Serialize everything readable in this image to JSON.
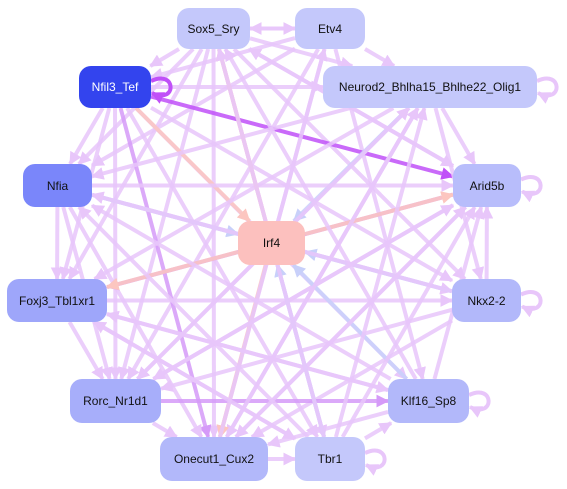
{
  "nodes": [
    {
      "id": "sox5",
      "label": "Sox5_Sry",
      "color": "#c4c8fb"
    },
    {
      "id": "etv4",
      "label": "Etv4",
      "color": "#c4c8fb"
    },
    {
      "id": "nfil3",
      "label": "Nfil3_Tef",
      "color": "#3344ee"
    },
    {
      "id": "neurod2",
      "label": "Neurod2_Bhlha15_Bhlhe22_Olig1",
      "color": "#c4c8fb"
    },
    {
      "id": "nfia",
      "label": "Nfia",
      "color": "#7a86fa"
    },
    {
      "id": "arid5b",
      "label": "Arid5b",
      "color": "#b8bdfb"
    },
    {
      "id": "irf4",
      "label": "Irf4",
      "color": "#fcc0be"
    },
    {
      "id": "foxj3",
      "label": "Foxj3_Tbl1xr1",
      "color": "#9ea6fa"
    },
    {
      "id": "nkx22",
      "label": "Nkx2-2",
      "color": "#b2b8fa"
    },
    {
      "id": "rorc",
      "label": "Rorc_Nr1d1",
      "color": "#a7aefa"
    },
    {
      "id": "klf16",
      "label": "Klf16_Sp8",
      "color": "#b2b8fa"
    },
    {
      "id": "onecut1",
      "label": "Onecut1_Cux2",
      "color": "#b2b8fa"
    },
    {
      "id": "tbr1",
      "label": "Tbr1",
      "color": "#c4c8fb"
    }
  ],
  "edges": [
    {
      "from": "sox5",
      "to": "etv4",
      "color": "#e8c6fa"
    },
    {
      "from": "etv4",
      "to": "sox5",
      "color": "#e8c6fa"
    },
    {
      "from": "sox5",
      "to": "neurod2",
      "color": "#e8c6fa"
    },
    {
      "from": "sox5",
      "to": "arid5b",
      "color": "#e8c6fa"
    },
    {
      "from": "sox5",
      "to": "nkx22",
      "color": "#e8c6fa"
    },
    {
      "from": "sox5",
      "to": "onecut1",
      "color": "#e8c6fa"
    },
    {
      "from": "sox5",
      "to": "rorc",
      "color": "#e8c6fa"
    },
    {
      "from": "sox5",
      "to": "foxj3",
      "color": "#e8c6fa"
    },
    {
      "from": "sox5",
      "to": "nfia",
      "color": "#e8c6fa"
    },
    {
      "from": "sox5",
      "to": "nfil3",
      "color": "#e8c6fa"
    },
    {
      "from": "sox5",
      "to": "tbr1",
      "color": "#e8c6fa"
    },
    {
      "from": "etv4",
      "to": "neurod2",
      "color": "#e8c6fa"
    },
    {
      "from": "etv4",
      "to": "nfil3",
      "color": "#e8c6fa"
    },
    {
      "from": "etv4",
      "to": "rorc",
      "color": "#e8c6fa"
    },
    {
      "from": "etv4",
      "to": "klf16",
      "color": "#e8c6fa"
    },
    {
      "from": "etv4",
      "to": "onecut1",
      "color": "#e8c6fa"
    },
    {
      "from": "etv4",
      "to": "nfia",
      "color": "#e8c6fa"
    },
    {
      "from": "nfil3",
      "to": "arid5b",
      "color": "#c050f8"
    },
    {
      "from": "nfil3",
      "to": "neurod2",
      "color": "#e8c6fa"
    },
    {
      "from": "nfil3",
      "to": "onecut1",
      "color": "#d59af8"
    },
    {
      "from": "nfil3",
      "to": "klf16",
      "color": "#e8c6fa"
    },
    {
      "from": "nfil3",
      "to": "tbr1",
      "color": "#e8c6fa"
    },
    {
      "from": "nfil3",
      "to": "nfia",
      "color": "#e8c6fa"
    },
    {
      "from": "nfil3",
      "to": "foxj3",
      "color": "#e8c6fa"
    },
    {
      "from": "nfil3",
      "to": "rorc",
      "color": "#e8c6fa"
    },
    {
      "from": "nfil3",
      "to": "nkx22",
      "color": "#e8c6fa"
    },
    {
      "from": "nfil3",
      "to": "irf4",
      "color": "#fcc6c0"
    },
    {
      "from": "neurod2",
      "to": "nfia",
      "color": "#e8c6fa"
    },
    {
      "from": "neurod2",
      "to": "foxj3",
      "color": "#e8c6fa"
    },
    {
      "from": "neurod2",
      "to": "rorc",
      "color": "#e8c6fa"
    },
    {
      "from": "neurod2",
      "to": "onecut1",
      "color": "#e8c6fa"
    },
    {
      "from": "neurod2",
      "to": "arid5b",
      "color": "#e8c6fa"
    },
    {
      "from": "neurod2",
      "to": "nkx22",
      "color": "#e8c6fa"
    },
    {
      "from": "neurod2",
      "to": "irf4",
      "color": "#c8d0fa"
    },
    {
      "from": "nfia",
      "to": "arid5b",
      "color": "#e8c6fa"
    },
    {
      "from": "nfia",
      "to": "foxj3",
      "color": "#e8c6fa"
    },
    {
      "from": "nfia",
      "to": "rorc",
      "color": "#e8c6fa"
    },
    {
      "from": "nfia",
      "to": "nkx22",
      "color": "#e8c6fa"
    },
    {
      "from": "nfia",
      "to": "onecut1",
      "color": "#e8c6fa"
    },
    {
      "from": "nfia",
      "to": "irf4",
      "color": "#c8d0fa"
    },
    {
      "from": "arid5b",
      "to": "foxj3",
      "color": "#d59af8"
    },
    {
      "from": "arid5b",
      "to": "rorc",
      "color": "#e8c6fa"
    },
    {
      "from": "arid5b",
      "to": "onecut1",
      "color": "#e8c6fa"
    },
    {
      "from": "arid5b",
      "to": "sox5",
      "color": "#e8c6fa"
    },
    {
      "from": "irf4",
      "to": "arid5b",
      "color": "#fcc6c0"
    },
    {
      "from": "irf4",
      "to": "sox5",
      "color": "#fcc6c0"
    },
    {
      "from": "irf4",
      "to": "foxj3",
      "color": "#fcc6c0"
    },
    {
      "from": "irf4",
      "to": "onecut1",
      "color": "#fcc6c0"
    },
    {
      "from": "foxj3",
      "to": "nkx22",
      "color": "#e8c6fa"
    },
    {
      "from": "foxj3",
      "to": "klf16",
      "color": "#e8c6fa"
    },
    {
      "from": "foxj3",
      "to": "tbr1",
      "color": "#e8c6fa"
    },
    {
      "from": "foxj3",
      "to": "rorc",
      "color": "#e8c6fa"
    },
    {
      "from": "nkx22",
      "to": "arid5b",
      "color": "#e8c6fa"
    },
    {
      "from": "nkx22",
      "to": "rorc",
      "color": "#e8c6fa"
    },
    {
      "from": "nkx22",
      "to": "onecut1",
      "color": "#e8c6fa"
    },
    {
      "from": "nkx22",
      "to": "irf4",
      "color": "#c8d0fa"
    },
    {
      "from": "nkx22",
      "to": "nfia",
      "color": "#e8c6fa"
    },
    {
      "from": "rorc",
      "to": "klf16",
      "color": "#d59af8"
    },
    {
      "from": "rorc",
      "to": "onecut1",
      "color": "#e8c6fa"
    },
    {
      "from": "rorc",
      "to": "neurod2",
      "color": "#e8c6fa"
    },
    {
      "from": "rorc",
      "to": "arid5b",
      "color": "#e8c6fa"
    },
    {
      "from": "klf16",
      "to": "irf4",
      "color": "#c8d0fa"
    },
    {
      "from": "klf16",
      "to": "sox5",
      "color": "#e8c6fa"
    },
    {
      "from": "klf16",
      "to": "nfia",
      "color": "#e8c6fa"
    },
    {
      "from": "klf16",
      "to": "arid5b",
      "color": "#e8c6fa"
    },
    {
      "from": "klf16",
      "to": "onecut1",
      "color": "#e8c6fa"
    },
    {
      "from": "klf16",
      "to": "foxj3",
      "color": "#e8c6fa"
    },
    {
      "from": "onecut1",
      "to": "neurod2",
      "color": "#e8c6fa"
    },
    {
      "from": "onecut1",
      "to": "tbr1",
      "color": "#e8c6fa"
    },
    {
      "from": "onecut1",
      "to": "arid5b",
      "color": "#e8c6fa"
    },
    {
      "from": "onecut1",
      "to": "etv4",
      "color": "#e8c6fa"
    },
    {
      "from": "tbr1",
      "to": "irf4",
      "color": "#c8d0fa"
    },
    {
      "from": "tbr1",
      "to": "neurod2",
      "color": "#e8c6fa"
    },
    {
      "from": "tbr1",
      "to": "sox5",
      "color": "#e8c6fa"
    },
    {
      "from": "tbr1",
      "to": "nfia",
      "color": "#e8c6fa"
    },
    {
      "from": "tbr1",
      "to": "arid5b",
      "color": "#e8c6fa"
    },
    {
      "from": "tbr1",
      "to": "klf16",
      "color": "#e8c6fa"
    },
    {
      "from": "tbr1",
      "to": "foxj3",
      "color": "#e8c6fa"
    }
  ],
  "self_loops": [
    {
      "node": "nfil3",
      "color": "#c050f8"
    },
    {
      "node": "neurod2",
      "color": "#e8c6fa"
    },
    {
      "node": "arid5b",
      "color": "#e8c6fa"
    },
    {
      "node": "nkx22",
      "color": "#e8c6fa"
    },
    {
      "node": "klf16",
      "color": "#e8c6fa"
    },
    {
      "node": "tbr1",
      "color": "#e8c6fa"
    }
  ]
}
